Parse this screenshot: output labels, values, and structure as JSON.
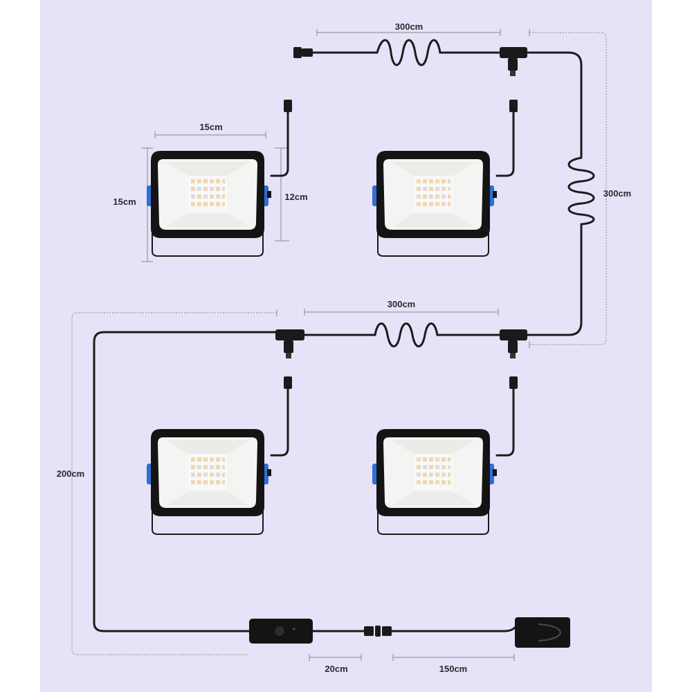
{
  "dimensions": {
    "top_cable_length": "300cm",
    "right_cable_length": "300cm",
    "middle_cable_length": "300cm",
    "light_width": "15cm",
    "light_height": "15cm",
    "panel_height": "12cm",
    "left_cable_length": "200cm",
    "switch_cable_length": "20cm",
    "adapter_cable_length": "150cm"
  },
  "colors": {
    "background": "#e6e2f7",
    "cable": "#1c1c1c",
    "light_frame": "#141414",
    "light_panel": "#f4f4f2",
    "knob_accent": "#2f6fd6",
    "led_warm": "#f0d7b2",
    "led_cool": "#dcdce4",
    "dimension_line": "#888888"
  },
  "devices": [
    {
      "id": "light-1",
      "type": "flood-light",
      "icon": "flood-light-icon"
    },
    {
      "id": "light-2",
      "type": "flood-light",
      "icon": "flood-light-icon"
    },
    {
      "id": "light-3",
      "type": "flood-light",
      "icon": "flood-light-icon"
    },
    {
      "id": "light-4",
      "type": "flood-light",
      "icon": "flood-light-icon"
    },
    {
      "id": "inline-switch",
      "type": "switch-box",
      "icon": "switch-box-icon"
    },
    {
      "id": "power-adapter",
      "type": "power-adapter",
      "icon": "power-adapter-icon"
    }
  ]
}
